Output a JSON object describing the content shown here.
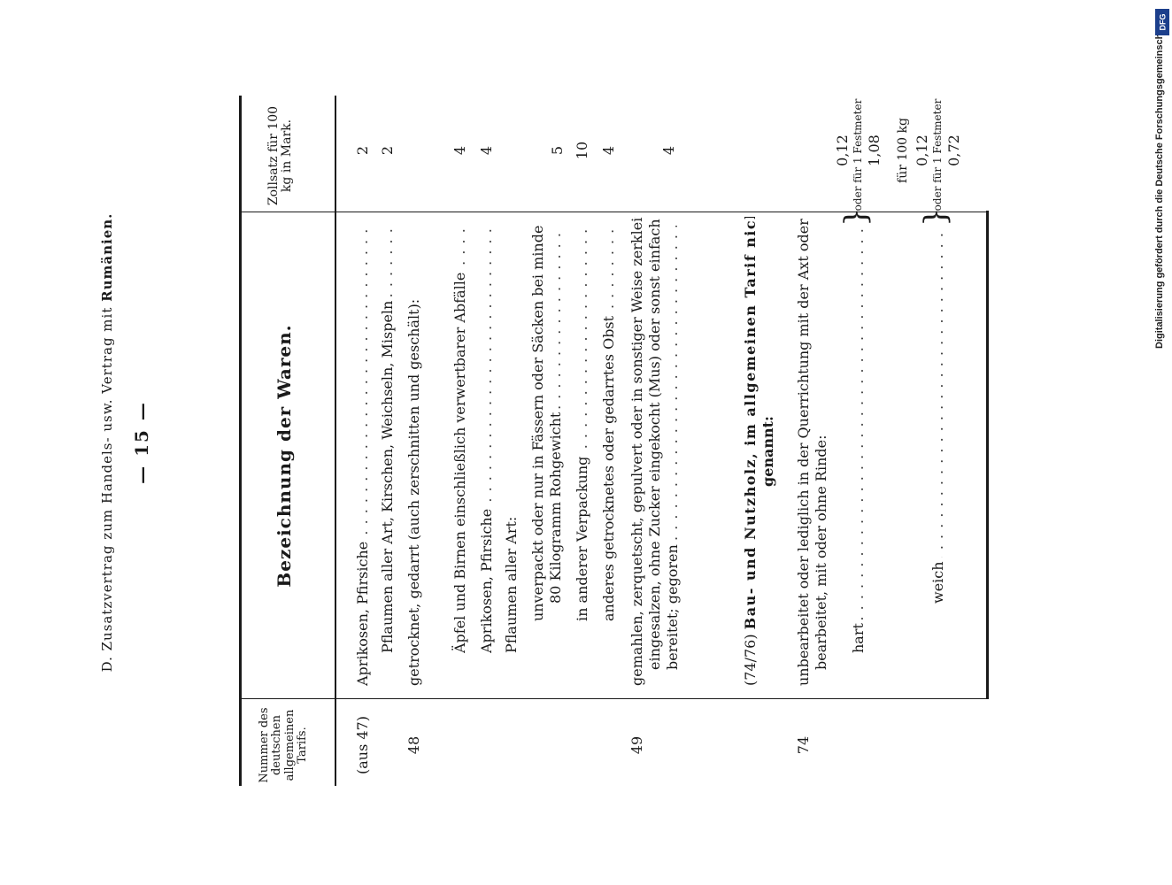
{
  "header": {
    "page_number": "— 15 —",
    "running_head_prefix": "D. Zusatzvertrag zum Handels- usw. Vertrag mit",
    "running_head_country": "Rumänien."
  },
  "table": {
    "headers": {
      "number": "Nummer des deutschen allgemeinen Tarifs.",
      "description": "Bezeichnung der Waren.",
      "rate": "Zollsatz für 100 kg in Mark."
    },
    "rows": {
      "r1": {
        "number": "(aus 47)",
        "desc": "Aprikosen, Pfirsiche",
        "rate": "2"
      },
      "r2": {
        "desc": "Pflaumen aller Art, Kirschen, Weichseln, Mispeln",
        "rate": "2"
      },
      "r3": {
        "number": "48",
        "desc": "getrocknet, gedarrt (auch zerschnitten und geschält):"
      },
      "r4": {
        "desc": "Äpfel und Birnen einschließlich verwertbarer Abfälle",
        "rate": "4"
      },
      "r5": {
        "desc": "Aprikosen, Pfirsiche",
        "rate": "4"
      },
      "r6": {
        "desc": "Pflaumen aller Art:"
      },
      "r7": {
        "desc_line1": "unverpackt oder nur in Fässern oder Säcken bei mindestens",
        "desc_line2": "80 Kilogramm Rohgewicht",
        "rate": "5"
      },
      "r8": {
        "desc": "in anderer Verpackung",
        "rate": "10"
      },
      "r9": {
        "desc": "anderes getrocknetes oder gedarrtes Obst",
        "rate": "4"
      },
      "r10": {
        "number": "49",
        "desc_line1": "gemahlen, zerquetscht, gepulvert oder in sonstiger Weise zerkleinert, auch",
        "desc_line2": "eingesalzen, ohne Zucker eingekocht (Mus) oder sonst einfach zu-",
        "desc_line3": "bereitet; gegoren",
        "rate": "4"
      },
      "r11": {
        "desc_prefix": "(74/76)",
        "desc_line1": "Bau- und Nutzholz, im allgemeinen Tarif nicht besonders",
        "desc_line2": "genannt:"
      },
      "r12": {
        "number": "74",
        "desc_line1": "unbearbeitet oder lediglich in der Querrichtung mit der Axt oder Säge",
        "desc_line2": "bearbeitet, mit oder ohne Rinde:"
      },
      "r13": {
        "desc": "hart",
        "rate_a": "0,12",
        "rate_b_prefix": "oder für 1 Festmeter",
        "rate_b": "1,08"
      },
      "r14": {
        "desc": "weich",
        "rate_a_prefix": "für 100 kg",
        "rate_a": "0,12",
        "rate_b_prefix": "oder für 1 Festmeter",
        "rate_b": "0,72"
      }
    }
  },
  "attribution": {
    "text": "Digitalisierung gefördert durch die Deutsche Forschungsgemeinschaft -",
    "logo": "DFG"
  }
}
